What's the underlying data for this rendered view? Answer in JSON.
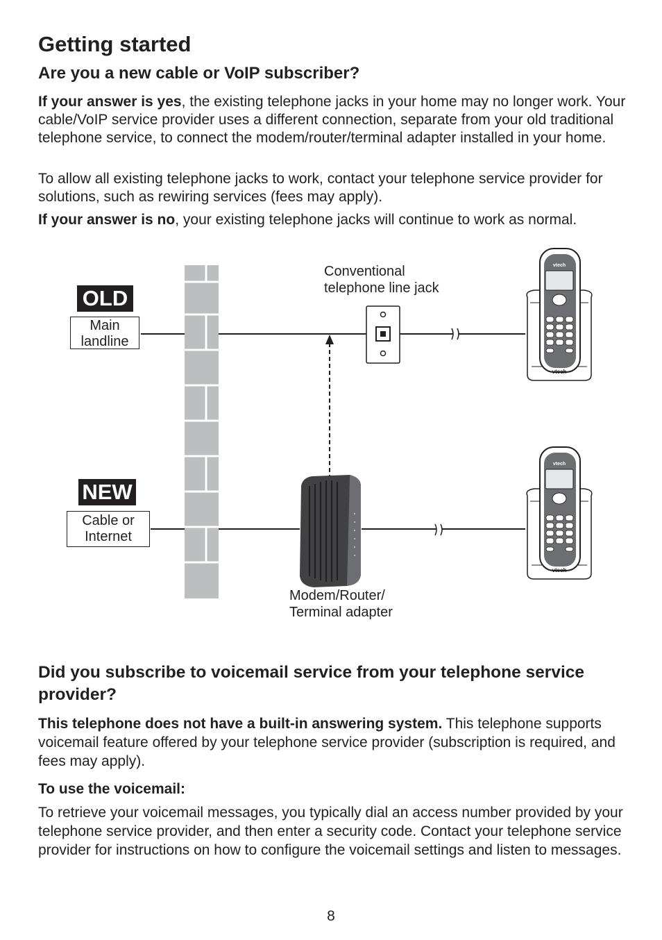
{
  "page": {
    "title": "Getting started",
    "section1": {
      "heading": "Are you a new cable or VoIP subscriber?",
      "p1_bold": "If your answer is yes",
      "p1_text": ", the existing telephone jacks in your home may no longer work. Your cable/VoIP service provider uses a different connection, separate from your old traditional telephone service, to connect the modem/router/terminal adapter installed in your home.",
      "p2_text": "To allow all existing telephone jacks to work, contact your telephone service provider for solutions, such as rewiring services (fees may apply).",
      "p3_bold": "If your answer is no",
      "p3_text": ", your existing telephone jacks will continue to work as normal."
    },
    "diagram": {
      "old_tag": "OLD",
      "new_tag": "NEW",
      "main_landline": "Main landline",
      "cable_internet": "Cable or Internet",
      "jack_label": "Conventional telephone line jack",
      "modem_label": "Modem/Router/ Terminal adapter",
      "phone_brand": "vtech"
    },
    "section2": {
      "heading": "Did you subscribe to voicemail service from your telephone service provider?",
      "p1_bold": "This telephone does not have a built-in answering system.",
      "p1_text": " This telephone supports voicemail feature offered by your telephone service provider (subscription is required, and fees may apply).",
      "subheading": "To use the voicemail:",
      "p2_text": "To retrieve your voicemail messages, you typically dial an access number provided by your telephone service provider, and then enter a security code. Contact your telephone service provider for instructions on how to configure the voicemail settings and listen to messages."
    },
    "page_number": "8"
  }
}
